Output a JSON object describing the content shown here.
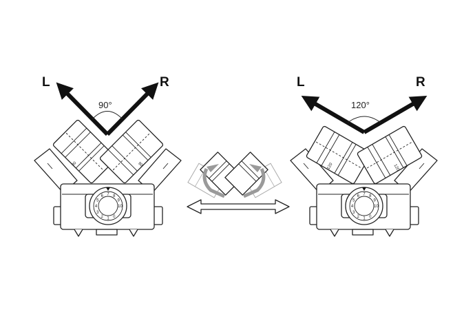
{
  "diagram": {
    "left_config": {
      "left_label": "L",
      "right_label": "R",
      "angle_label": "90°",
      "capsule_mark_left": "90",
      "capsule_mark_right": "90"
    },
    "right_config": {
      "left_label": "L",
      "right_label": "R",
      "angle_label": "120°",
      "capsule_mark_left": "120",
      "capsule_mark_right": "120"
    },
    "middle": {
      "arrow": "double-headed-arrow",
      "rotate_icon": "rotation-arrows-icon"
    },
    "dial_numbers": [
      "0",
      "1",
      "2",
      "3",
      "4",
      "5",
      "6",
      "7",
      "8",
      "9",
      "10"
    ],
    "colors": {
      "ink": "#111111",
      "rotation_highlight": "#9a9a9a"
    }
  }
}
